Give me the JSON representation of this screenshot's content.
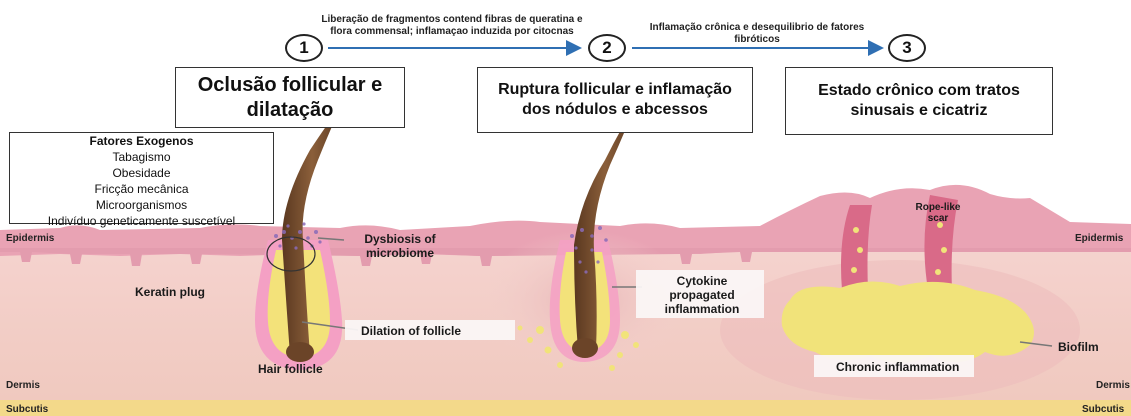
{
  "steps": {
    "s1": "1",
    "s2": "2",
    "s3": "3"
  },
  "transitions": {
    "t1": "Liberação de fragmentos contend fibras de queratina e flora commensal; inflamaçao induzida por citocnas",
    "t2": "Inflamação crônica e desequilibrio de fatores fibróticos"
  },
  "stages": {
    "stage1": "Oclusão follicular e dilatação",
    "stage2": "Ruptura follicular e inflamação dos nódulos e abcessos",
    "stage3": "Estado crônico com tratos sinusais e cicatriz"
  },
  "factors": {
    "title": "Fatores Exogenos",
    "items": [
      "Tabagismo",
      "Obesidade",
      "Fricção mecânica",
      "Microorganismos",
      "Indivíduo geneticamente suscetível"
    ]
  },
  "labels": {
    "epidermis_left": "Epidermis",
    "epidermis_right": "Epidermis",
    "dermis_left": "Dermis",
    "dermis_right": "Dermis",
    "subcutis_left": "Subcutis",
    "subcutis_right": "Subcutis",
    "dysbiosis": "Dysbiosis of microbiome",
    "keratin_plug": "Keratin plug",
    "dilation": "Dilation of follicle",
    "hair_follicle": "Hair follicle",
    "cytokine": "Cytokine propagated inflammation",
    "rope_scar": "Rope-like scar",
    "biofilm": "Biofilm",
    "chronic": "Chronic inflammation"
  },
  "colors": {
    "epidermis": "#e9a3b4",
    "dermis": "#f2cfc8",
    "subcutis": "#f3d98a",
    "hair": "#7a5232",
    "pus": "#f1e37a",
    "microbiome": "#8a6bb8",
    "arrow": "#2f6fb3"
  }
}
